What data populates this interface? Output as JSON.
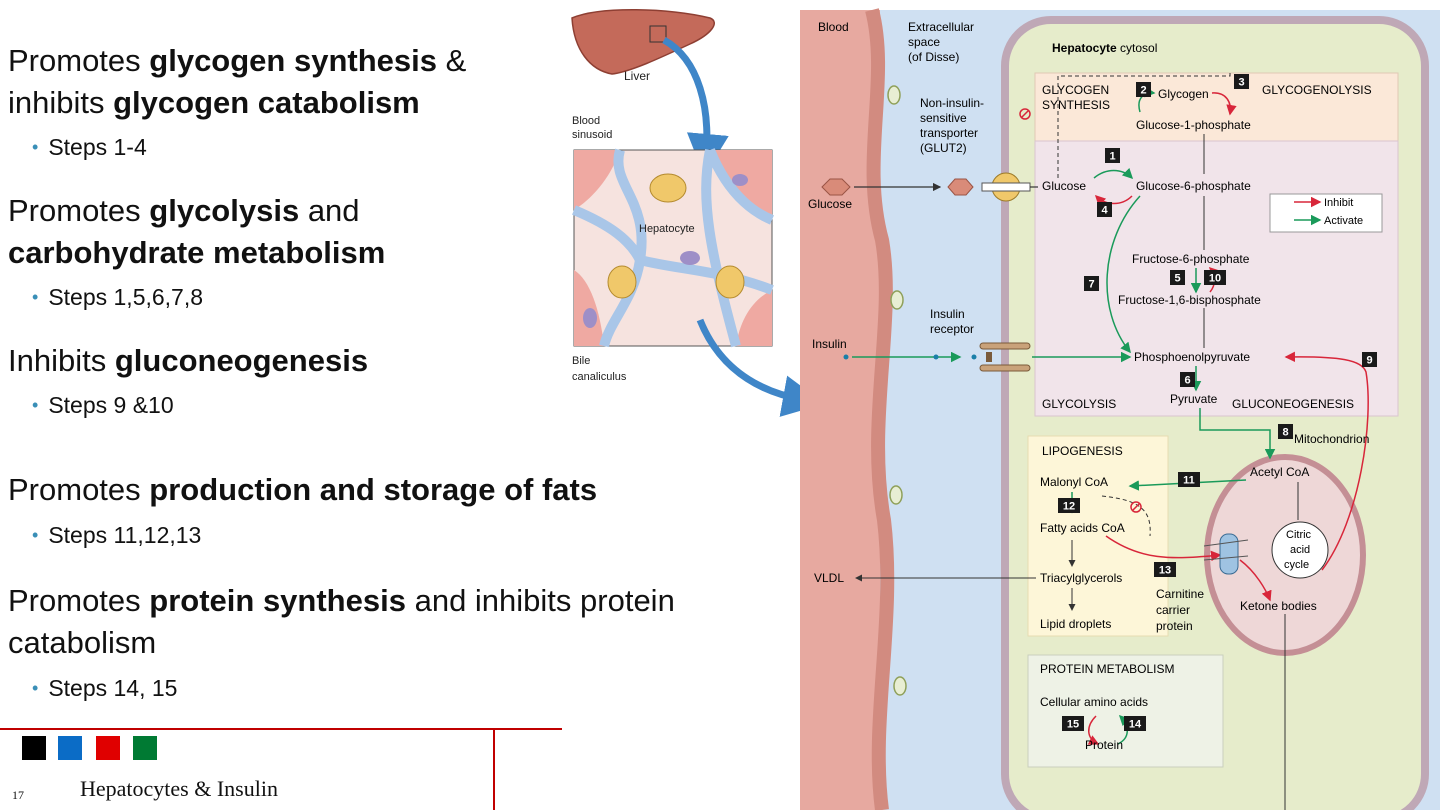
{
  "slide": {
    "headings": [
      {
        "pre": "Promotes ",
        "b1": "glycogen synthesis",
        "mid": " &",
        "line2_pre": "inhibits ",
        "b2": "glycogen catabolism",
        "post": ""
      },
      {
        "pre": "Promotes ",
        "b1": "glycolysis",
        "mid": " and",
        "line2_pre": "",
        "b2": "carbohydrate metabolism",
        "post": ""
      },
      {
        "pre": "Inhibits ",
        "b1": "gluconeogenesis"
      },
      {
        "pre": "Promotes ",
        "b1": "production and storage of fats"
      },
      {
        "pre": "Promotes ",
        "b1": "protein synthesis",
        "mid": " and inhibits protein",
        "line2": "catabolism"
      }
    ],
    "steps": [
      "Steps 1-4",
      "Steps 1,5,6,7,8",
      "Steps 9 &10",
      "Steps 11,12,13",
      "Steps 14, 15"
    ],
    "page_number": "17",
    "footer_title": "Hepatocytes & Insulin",
    "squares": [
      "#000000",
      "#0b6cc6",
      "#e00000",
      "#007a33"
    ]
  },
  "inset": {
    "liver": "Liver",
    "blood_sinusoid": [
      "Blood",
      "sinusoid"
    ],
    "hepatocyte": "Hepatocyte",
    "bile_canaliculus": [
      "Bile",
      "canaliculus"
    ]
  },
  "diagram": {
    "blood": "Blood",
    "extracellular": [
      "Extracellular",
      "space",
      "(of Disse)"
    ],
    "cytosol_bold": "Hepatocyte",
    "cytosol": " cytosol",
    "transporter": [
      "Non-insulin-",
      "sensitive",
      "transporter",
      "(GLUT2)"
    ],
    "glucose_out": "Glucose",
    "insulin": "Insulin",
    "insulin_receptor": [
      "Insulin",
      "receptor"
    ],
    "vldl": "VLDL",
    "glycogen_synthesis": [
      "GLYCOGEN",
      "SYNTHESIS"
    ],
    "glycogenolysis": "GLYCOGENOLYSIS",
    "glycogen": "Glycogen",
    "glucose_1_phosphate": "Glucose-1-phosphate",
    "glucose": "Glucose",
    "glucose_6_phosphate": "Glucose-6-phosphate",
    "fructose_6_phosphate": "Fructose-6-phosphate",
    "fructose_16_bisphosphate": "Fructose-1,6-bisphosphate",
    "pep": "Phosphoenolpyruvate",
    "pyruvate": "Pyruvate",
    "glycolysis": "GLYCOLYSIS",
    "gluconeogenesis": "GLUCONEOGENESIS",
    "mitochondrion": "Mitochondrion",
    "lipogenesis": "LIPOGENESIS",
    "malonyl_coa": "Malonyl CoA",
    "acetyl_coa": "Acetyl CoA",
    "fatty_acids_coa": "Fatty acids CoA",
    "triacylglycerols": "Triacylglycerols",
    "lipid_droplets": "Lipid droplets",
    "carnitine": [
      "Carnitine",
      "carrier",
      "protein"
    ],
    "citric": [
      "Citric",
      "acid",
      "cycle"
    ],
    "ketone_bodies": "Ketone bodies",
    "protein_metabolism": "PROTEIN METABOLISM",
    "cellular_amino_acids": "Cellular amino acids",
    "protein": "Protein",
    "legend_inhibit": "Inhibit",
    "legend_activate": "Activate",
    "step_labels": [
      "1",
      "2",
      "3",
      "4",
      "5",
      "6",
      "7",
      "8",
      "9",
      "10",
      "11",
      "12",
      "13",
      "14",
      "15"
    ],
    "colors": {
      "inhibit": "#d8263a",
      "activate": "#1a9a5a",
      "blood": "#e7a9a0",
      "extracellular": "#cfe0f2",
      "cell": "#e6eccb",
      "box_glyco": "#fbe8d8",
      "box_lipo": "#fdf6d8",
      "box_glycolysis": "#f1e4ea",
      "box_protein": "#eef2e6"
    }
  }
}
